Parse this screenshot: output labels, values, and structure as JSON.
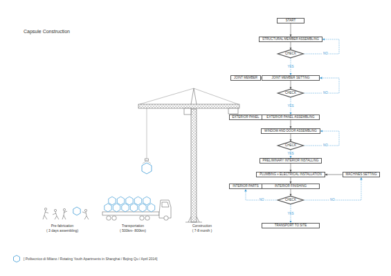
{
  "diagram": {
    "title": "Capsule Construction",
    "caption": "[ Politecnico di Milano / Rotating Youth Apartments in Shanghai / Bojing Qu / April 2014]",
    "nodes": [
      {
        "text": [
          "START"
        ]
      },
      {
        "text": [
          "STRUCTURAL MEMBER ASSEMBLING"
        ]
      },
      {
        "text": [
          "CHECK"
        ]
      },
      {
        "text": [
          "JOINT MEMBER"
        ]
      },
      {
        "text": [
          "JOINT MEMBER SETTING"
        ]
      },
      {
        "text": [
          "CHECK"
        ]
      },
      {
        "text": [
          "EXTERIOR PANEL"
        ]
      },
      {
        "text": [
          "EXTERIOR PANEL ASSEMBLING"
        ]
      },
      {
        "text": [
          "WINDOW AND DOOR ASSEMBLING"
        ]
      },
      {
        "text": [
          "CHECK"
        ]
      },
      {
        "text": [
          "PRELIMINARY INTERIOR INSTALLING"
        ]
      },
      {
        "text": [
          "PLUMBING + ELECTRICAL INSTALLATION"
        ]
      },
      {
        "text": [
          "MACHINES SETTING"
        ]
      },
      {
        "text": [
          "INTERIOR PARTS"
        ]
      },
      {
        "text": [
          "INTERIOR FINISHING"
        ]
      },
      {
        "text": [
          "CHECK"
        ]
      },
      {
        "text": [
          "TRANSPORT TO SITE"
        ]
      }
    ],
    "edges": [
      {
        "from": 0,
        "to": 1,
        "arrow": "to"
      },
      {
        "from": 1,
        "to": 2,
        "arrow": "to"
      },
      {
        "from": 2,
        "to": 4,
        "label": "YES",
        "arrow": "to"
      },
      {
        "from": 2,
        "to": 1,
        "label": "NO",
        "arrow": "to"
      },
      {
        "from": 3,
        "to": 4,
        "arrow": "to"
      },
      {
        "from": 4,
        "to": 5,
        "arrow": "to"
      },
      {
        "from": 5,
        "to": 7,
        "label": "YES",
        "arrow": "to"
      },
      {
        "from": 5,
        "to": 4,
        "label": "NO",
        "arrow": "to"
      },
      {
        "from": 6,
        "to": 7,
        "arrow": "to"
      },
      {
        "from": 7,
        "to": 8,
        "arrow": "to"
      },
      {
        "from": 8,
        "to": 9,
        "arrow": "to"
      },
      {
        "from": 9,
        "to": 10,
        "label": "YES",
        "arrow": "to"
      },
      {
        "from": 9,
        "to": 8,
        "label": "NO",
        "arrow": "to"
      },
      {
        "from": 10,
        "to": 11,
        "arrow": "to"
      },
      {
        "from": 12,
        "to": 11,
        "arrow": "to"
      },
      {
        "from": 11,
        "to": 14,
        "arrow": "to"
      },
      {
        "from": 13,
        "to": 14,
        "arrow": "to"
      },
      {
        "from": 14,
        "to": 15,
        "arrow": "to"
      },
      {
        "from": 15,
        "to": 16,
        "label": "YES",
        "arrow": "to"
      },
      {
        "from": 15,
        "to": 13,
        "label": "NO",
        "arrow": "to"
      },
      {
        "from": 15,
        "to": 12,
        "label": "NO",
        "arrow": "to"
      }
    ],
    "labels": [
      "Pre-fabrication",
      "( 3 days assembling)",
      "Transportation",
      "( 500km- 800km)",
      "Construction",
      "( 7-8 month )"
    ]
  }
}
